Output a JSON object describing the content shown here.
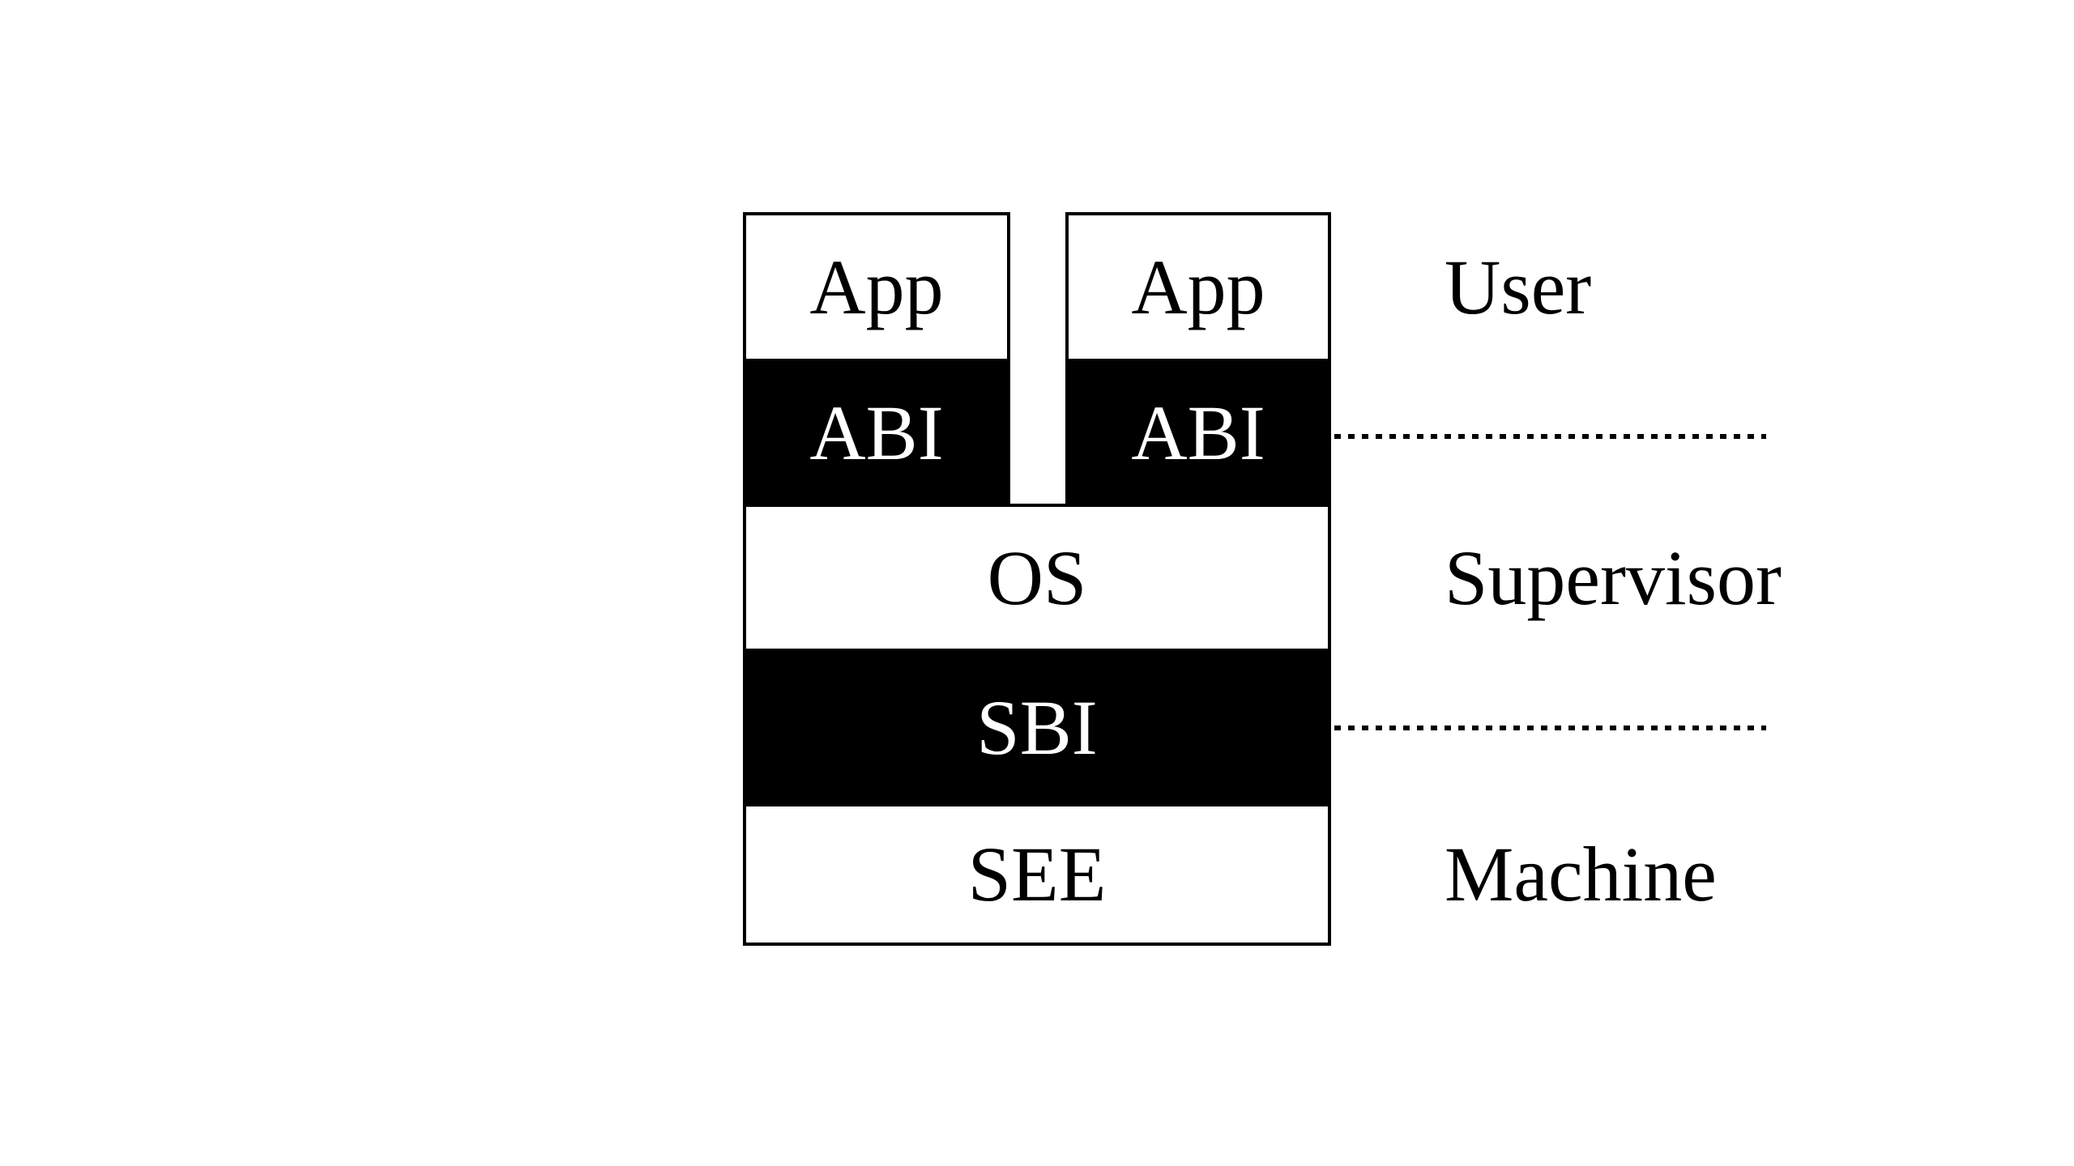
{
  "diagram": {
    "title": "privilege-stack-diagram",
    "boxes": {
      "app_left": "App",
      "app_right": "App",
      "abi_left": "ABI",
      "abi_right": "ABI",
      "os": "OS",
      "sbi": "SBI",
      "see": "SEE"
    },
    "privilege_labels": {
      "user": "User",
      "supervisor": "Supervisor",
      "machine": "Machine"
    },
    "separators": {
      "style": "dotted",
      "between": [
        "User/Supervisor (at ABI level)",
        "Supervisor/Machine (at SBI level)"
      ]
    },
    "colors": {
      "background": "#ffffff",
      "light_box_fill": "#ffffff",
      "dark_box_fill": "#000000",
      "border": "#000000",
      "text_on_light": "#000000",
      "text_on_dark": "#ffffff"
    }
  }
}
